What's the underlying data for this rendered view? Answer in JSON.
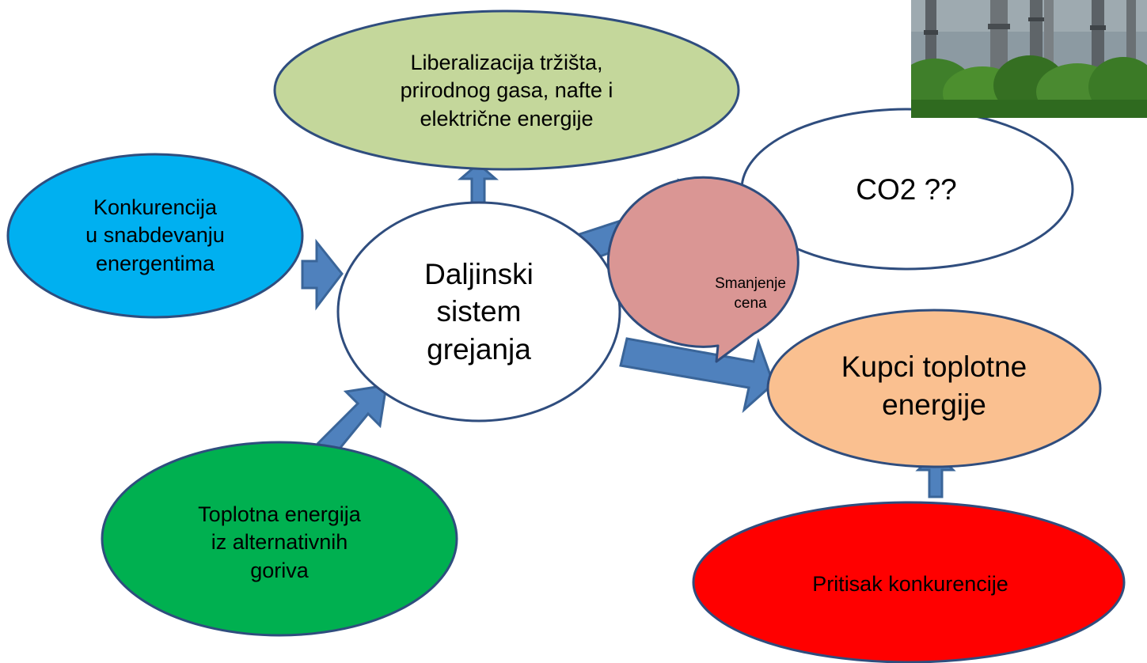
{
  "nodes": {
    "liberalization": {
      "text": "Liberalizacija tržišta,\nprirodnog gasa, nafte i\nelektrične energije",
      "fill": "#c4d79b"
    },
    "competition_supply": {
      "text": "Konkurencija\nu snabdevanju\nenergentima",
      "fill": "#00b0f0"
    },
    "district_heating": {
      "text": "Daljinski\nsistem\ngrejanja",
      "fill": "#ffffff"
    },
    "co2": {
      "text": "CO2 ??",
      "fill": "#ffffff"
    },
    "price_reduction": {
      "text": "Smanjenje\ncena",
      "fill": "#da9694"
    },
    "heat_buyers": {
      "text": "Kupci toplotne\nenergije",
      "fill": "#fac090"
    },
    "alternative_fuels": {
      "text": "Toplotna energija\niz alternativnih\ngoriva",
      "fill": "#00b050"
    },
    "competition_pressure": {
      "text": "Pritisak konkurencije",
      "fill": "#ff0000"
    }
  },
  "colors": {
    "outline": "#2f4d7e",
    "arrow_fill": "#4f81bd",
    "arrow_stroke": "#3a6599"
  },
  "image": {
    "subject": "industrial chimneys behind green trees"
  }
}
